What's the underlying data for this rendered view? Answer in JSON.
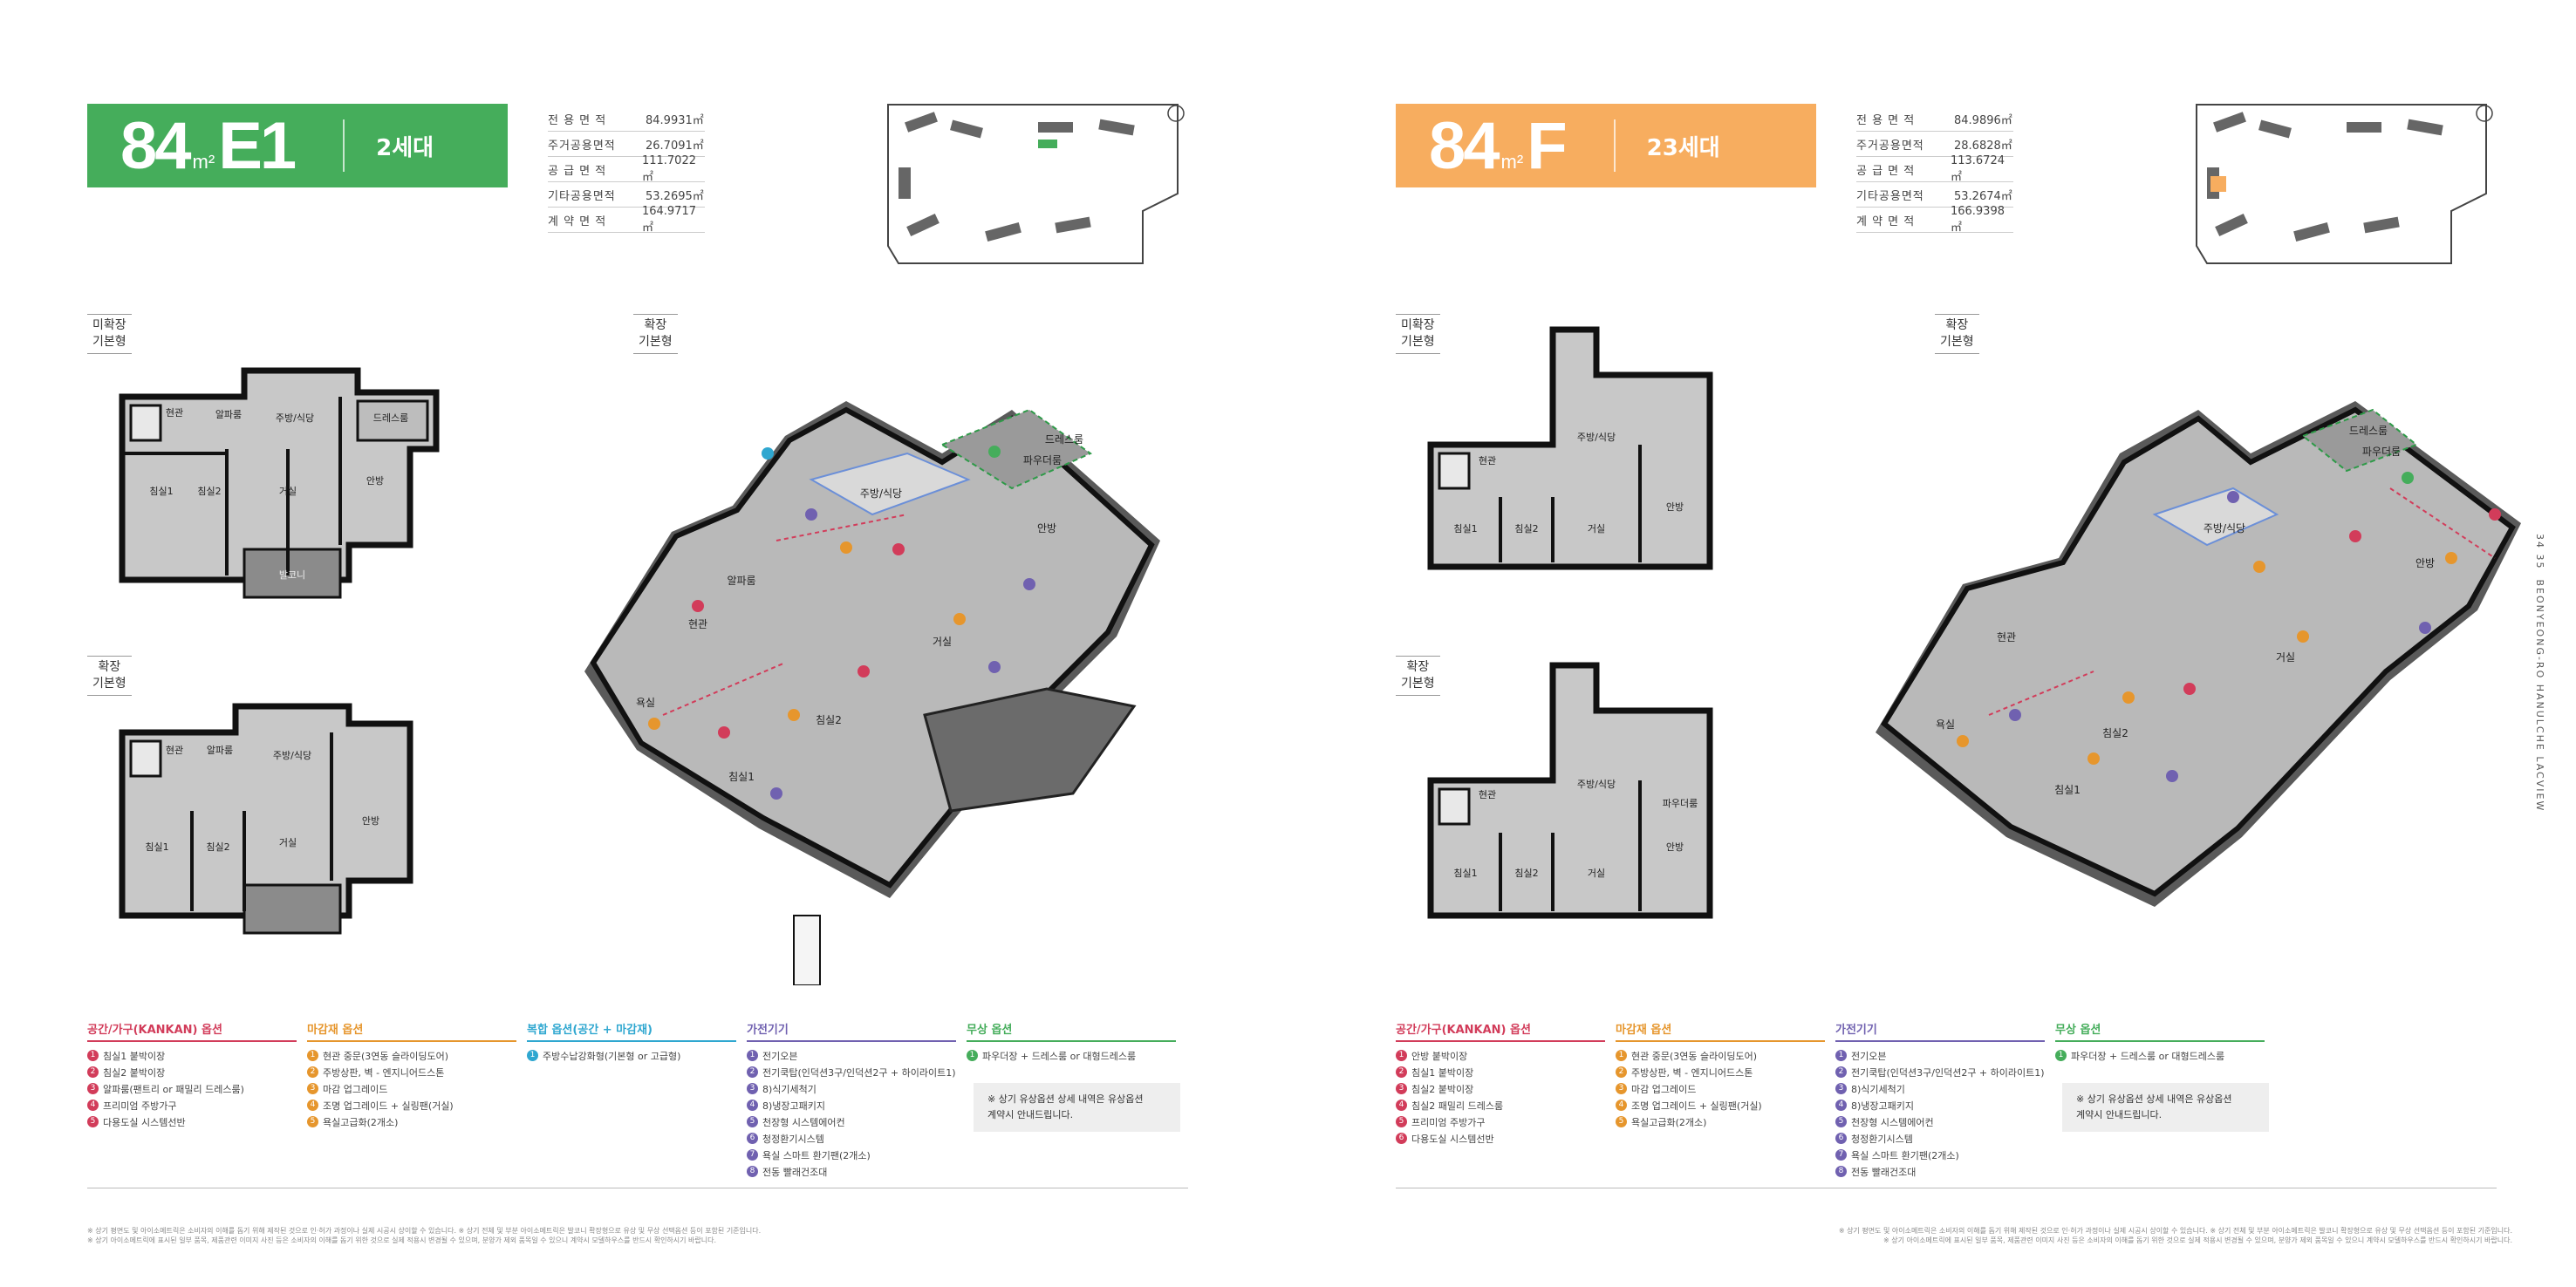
{
  "units": {
    "e1": {
      "type_num": "84",
      "type_unit": "m²",
      "type_suffix": "E1",
      "households": "2세대",
      "color": "#45ad5b",
      "areas": [
        {
          "k": "전 용 면 적",
          "v": "84.9931㎡"
        },
        {
          "k": "주거공용면적",
          "v": "26.7091㎡"
        },
        {
          "k": "공 급 면 적",
          "v": "111.7022㎡"
        },
        {
          "k": "기타공용면적",
          "v": "53.2695㎡"
        },
        {
          "k": "계 약 면 적",
          "v": "164.9717㎡"
        }
      ],
      "labels": {
        "non_ext": [
          "미확장",
          "기본형"
        ],
        "ext_small": [
          "확장",
          "기본형"
        ],
        "ext_iso": [
          "확장",
          "기본형"
        ]
      },
      "rooms_top": [
        "현관",
        "알파룸",
        "주방/식당",
        "드레스룸",
        "침실1",
        "침실2",
        "거실",
        "안방",
        "발코니"
      ],
      "rooms_iso": [
        "드레스룸",
        "파우더룸",
        "주방/식당",
        "안방",
        "거실",
        "침실2",
        "침실1",
        "욕실",
        "현관",
        "알파룸"
      ],
      "options": [
        {
          "head": "공간/가구(KANKAN) 옵션",
          "color": "#d23c5a",
          "items": [
            "침실1 붙박이장",
            "침실2 붙박이장",
            "알파룸(팬트리 or 패밀리 드레스룸)",
            "프리미엄 주방가구",
            "다용도실 시스템선반"
          ]
        },
        {
          "head": "마감재 옵션",
          "color": "#e6962d",
          "items": [
            "현관 중문(3연동 슬라이딩도어)",
            "주방상판, 벽 - 엔지니어드스톤",
            "마감 업그레이드",
            "조명 업그레이드 + 실링팬(거실)",
            "욕실고급화(2개소)"
          ]
        },
        {
          "head": "복합 옵션(공간 + 마감재)",
          "color": "#2fa7d0",
          "items": [
            "주방수납강화형(기본형 or 고급형)"
          ]
        },
        {
          "head": "가전기기",
          "color": "#7061b0",
          "items": [
            "전기오븐",
            "전기쿡탑(인덕션3구/인덕션2구 + 하이라이트1)",
            "8)식기세척기",
            "8)냉장고패키지",
            "천장형 시스템에어컨",
            "청정환기시스템",
            "욕실 스마트 환기팬(2개소)",
            "전동 빨래건조대"
          ]
        },
        {
          "head": "무상 옵션",
          "color": "#45ad5b",
          "items": [
            "파우더장 + 드레스룸 or 대형드레스룸"
          ]
        }
      ],
      "note": [
        "※ 상기 유상옵션 상세 내역은 유상옵션",
        "계약시 안내드립니다."
      ]
    },
    "f": {
      "type_num": "84",
      "type_unit": "m²",
      "type_suffix": "F",
      "households": "23세대",
      "color": "#f7ad5f",
      "areas": [
        {
          "k": "전 용 면 적",
          "v": "84.9896㎡"
        },
        {
          "k": "주거공용면적",
          "v": "28.6828㎡"
        },
        {
          "k": "공 급 면 적",
          "v": "113.6724㎡"
        },
        {
          "k": "기타공용면적",
          "v": "53.2674㎡"
        },
        {
          "k": "계 약 면 적",
          "v": "166.9398㎡"
        }
      ],
      "labels": {
        "non_ext": [
          "미확장",
          "기본형"
        ],
        "ext_small": [
          "확장",
          "기본형"
        ],
        "ext_iso": [
          "확장",
          "기본형"
        ]
      },
      "rooms_top": [
        "현관",
        "주방/식당",
        "침실1",
        "침실2",
        "거실",
        "안방",
        "파우더룸"
      ],
      "rooms_iso": [
        "드레스룸",
        "파우더룸",
        "주방/식당",
        "안방",
        "거실",
        "침실2",
        "침실1",
        "욕실",
        "현관"
      ],
      "options": [
        {
          "head": "공간/가구(KANKAN) 옵션",
          "color": "#d23c5a",
          "items": [
            "안방 붙박이장",
            "침실1 붙박이장",
            "침실2 붙박이장",
            "침실2 패밀리 드레스룸",
            "프리미엄 주방가구",
            "다용도실 시스템선반"
          ]
        },
        {
          "head": "마감재 옵션",
          "color": "#e6962d",
          "items": [
            "현관 중문(3연동 슬라이딩도어)",
            "주방상판, 벽 - 엔지니어드스톤",
            "마감 업그레이드",
            "조명 업그레이드 + 실링팬(거실)",
            "욕실고급화(2개소)"
          ]
        },
        {
          "head": "가전기기",
          "color": "#7061b0",
          "items": [
            "전기오븐",
            "전기쿡탑(인덕션3구/인덕션2구 + 하이라이트1)",
            "8)식기세척기",
            "8)냉장고패키지",
            "천장형 시스템에어컨",
            "청정환기시스템",
            "욕실 스마트 환기팬(2개소)",
            "전동 빨래건조대"
          ]
        },
        {
          "head": "무상 옵션",
          "color": "#45ad5b",
          "items": [
            "파우더장 + 드레스룸 or 대형드레스룸"
          ]
        }
      ],
      "note": [
        "※ 상기 유상옵션 상세 내역은 유상옵션",
        "계약시 안내드립니다."
      ]
    }
  },
  "side": {
    "page": "34 35",
    "brand": "BEONYEONG-RO HANULCHE LACVIEW"
  },
  "disclaimer": [
    "※ 상기 평면도 및 아이소메트릭은 소비자의 이해를 돕기 위해 제작된 것으로 인·허가 과정이나 실제 시공시 상이할 수 있습니다. ※ 상기 전체 및 부분 아이소메트릭은 발코니 확장형으로 유상 및 무상 선택옵션 등이 포함된 기준입니다.",
    "※ 상기 아이소메트릭에 표시된 일부 품목, 제품관련 이미지 사진 등은 소비자의 이해를 돕기 위한 것으로 실제 적용시 변경될 수 있으며, 분양가 제외 품목일 수 있으니 계약시 모델하우스를 반드시 확인하시기 바랍니다."
  ]
}
